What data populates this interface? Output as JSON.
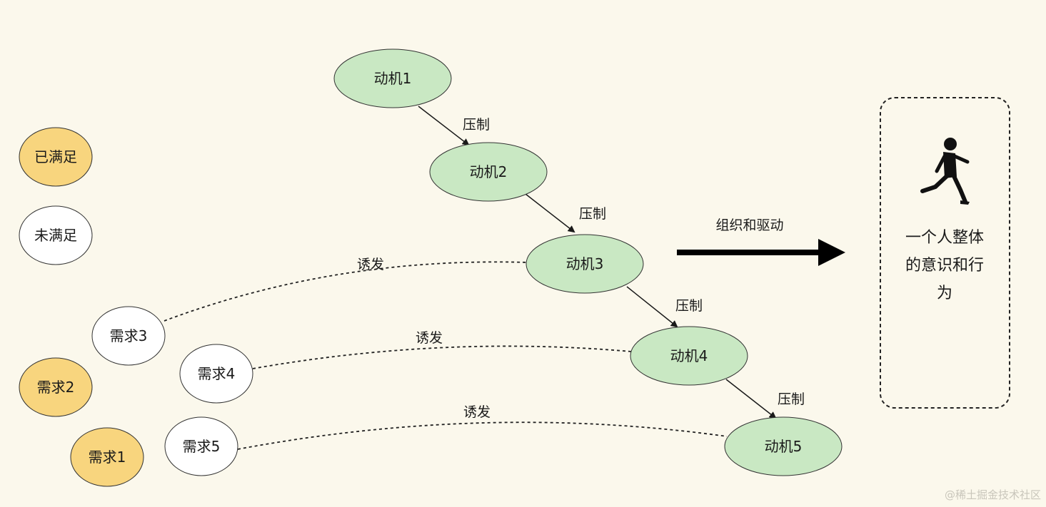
{
  "colors": {
    "background": "#fbf8ec",
    "satisfied_fill": "#f8d57e",
    "unsatisfied_fill": "#ffffff",
    "motive_fill": "#c9e8c3",
    "stroke": "#333333"
  },
  "legend": {
    "satisfied": "已满足",
    "unsatisfied": "未满足"
  },
  "needs": {
    "need1": "需求1",
    "need2": "需求2",
    "need3": "需求3",
    "need4": "需求4",
    "need5": "需求5"
  },
  "motives": {
    "m1": "动机1",
    "m2": "动机2",
    "m3": "动机3",
    "m4": "动机4",
    "m5": "动机5"
  },
  "edges": {
    "suppress": "压制",
    "trigger": "诱发"
  },
  "drive_label": "组织和驱动",
  "result": {
    "icon": "running-person-icon",
    "line1": "一个人整体",
    "line2": "的意识和行",
    "line3": "为"
  },
  "watermark": "@稀土掘金技术社区"
}
